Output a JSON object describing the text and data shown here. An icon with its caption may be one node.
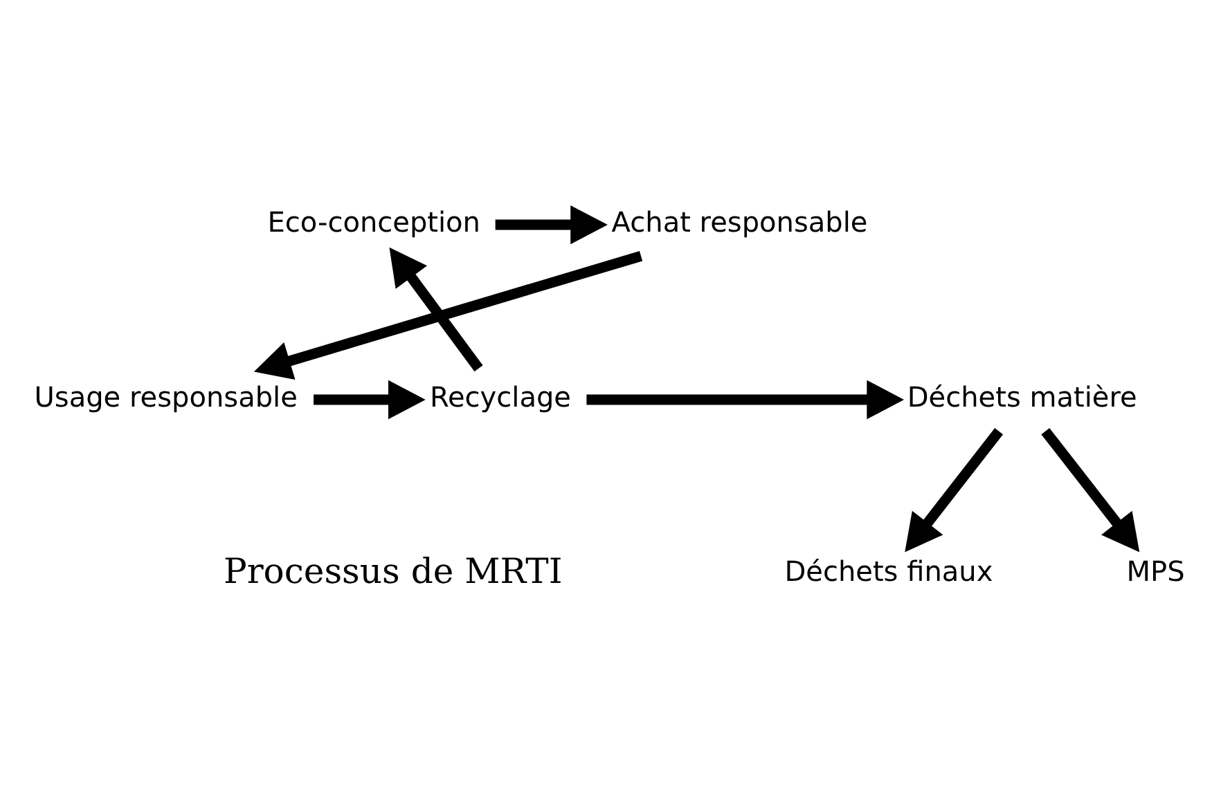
{
  "diagram": {
    "nodes": [
      {
        "text": [
          "Achat responsable"
        ]
      },
      {
        "text": [
          "Usage responsable"
        ]
      },
      {
        "text": [
          "Recyclage"
        ]
      },
      {
        "text": [
          "Eco-conception"
        ]
      },
      {
        "text": [
          "Déchets matière"
        ]
      },
      {
        "text": [
          "MPS"
        ]
      },
      {
        "text": [
          "Déchets finaux"
        ]
      }
    ],
    "edges": [
      {
        "from": 3,
        "to": 0,
        "arrow": "to"
      },
      {
        "from": 0,
        "to": 1,
        "arrow": "to"
      },
      {
        "from": 1,
        "to": 2,
        "arrow": "to"
      },
      {
        "from": 2,
        "to": 3,
        "arrow": "to"
      },
      {
        "from": 2,
        "to": 4,
        "arrow": "to"
      },
      {
        "from": 4,
        "to": 5,
        "arrow": "to"
      },
      {
        "from": 4,
        "to": 6,
        "arrow": "to"
      }
    ],
    "labels": [
      "Processus de MRTI"
    ]
  }
}
